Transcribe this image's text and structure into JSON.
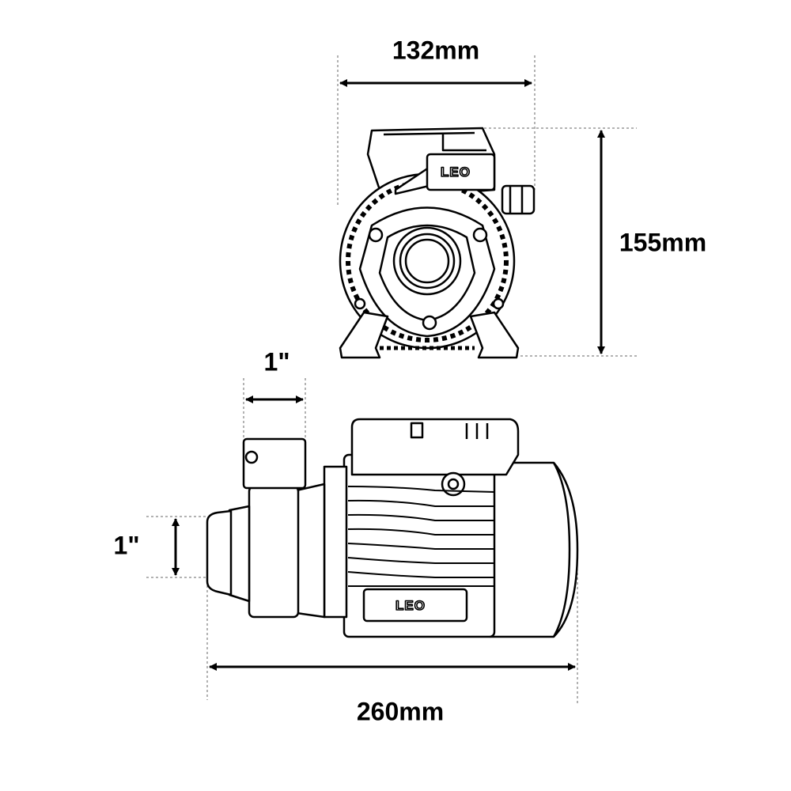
{
  "dimensions": {
    "front_width": "132mm",
    "front_height": "155mm",
    "outlet_size": "1\"",
    "inlet_size": "1\"",
    "total_length": "260mm"
  },
  "brand": {
    "logo_text": "LEO"
  },
  "colors": {
    "line": "#000000",
    "background": "#ffffff"
  }
}
